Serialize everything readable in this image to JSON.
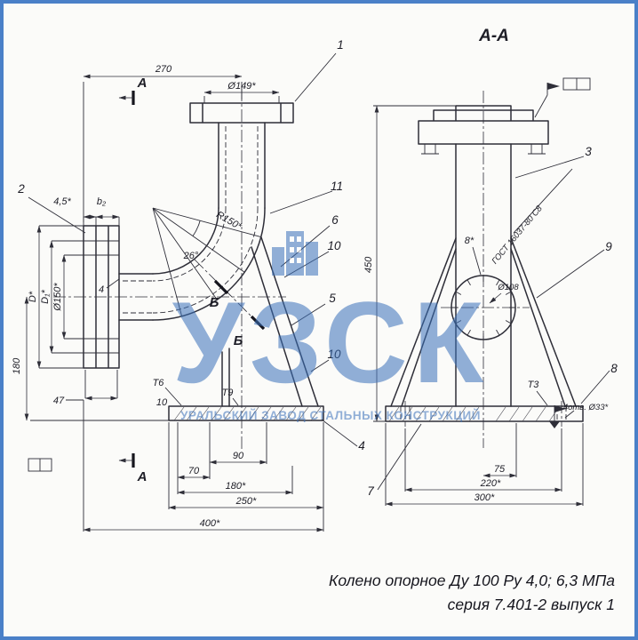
{
  "page": {
    "background": "#fbfbf9",
    "frame_color": "#4a80c8",
    "line_color": "#2e2e38"
  },
  "watermark": {
    "logo_text": "УЗСК",
    "subtitle": "УРАЛЬСКИЙ ЗАВОД СТАЛЬНЫХ КОНСТРУКЦИЙ",
    "color": "#3a70ba"
  },
  "title_block": {
    "line1": "Колено опорное Ду 100 Ру 4,0; 6,3 МПа",
    "line2": "серия 7.401-2 выпуск 1"
  },
  "labels": {
    "section_aa": "А-А",
    "section_a_top": "А",
    "section_a_bottom": "А",
    "section_b_upper": "Б",
    "section_b_lower": "Б",
    "dim_270": "270",
    "dia_149": "Ø149*",
    "dim_45": "4,5*",
    "dim_b2": "b₂",
    "dim_D": "D*",
    "dim_D1": "D₁*",
    "dia_150": "Ø150*",
    "dim_180v": "180",
    "dim_47": "47",
    "weld_4": "4",
    "rad_150": "R150*",
    "angle_26": "26°",
    "weld_t6": "Т6",
    "weld_t9": "Т9",
    "dim_10_left": "10",
    "dim_90": "90",
    "dim_70": "70",
    "dim_180b": "180*",
    "dim_250": "250*",
    "dim_400": "400*",
    "part_1": "1",
    "part_2": "2",
    "part_3": "3",
    "part_4": "4",
    "part_5": "5",
    "part_6": "6",
    "part_7": "7",
    "part_8": "8",
    "part_9": "9",
    "part_10a": "10",
    "part_10b": "10",
    "part_11": "11",
    "gost_weld": "ГОСТ 16037-80 С8",
    "dim_450": "450",
    "dim_8": "8*",
    "dia_108": "Ø108",
    "weld_t3": "Т3",
    "holes_note": "4отв. Ø33*",
    "dim_75": "75",
    "dim_220": "220*",
    "dim_300": "300*"
  }
}
